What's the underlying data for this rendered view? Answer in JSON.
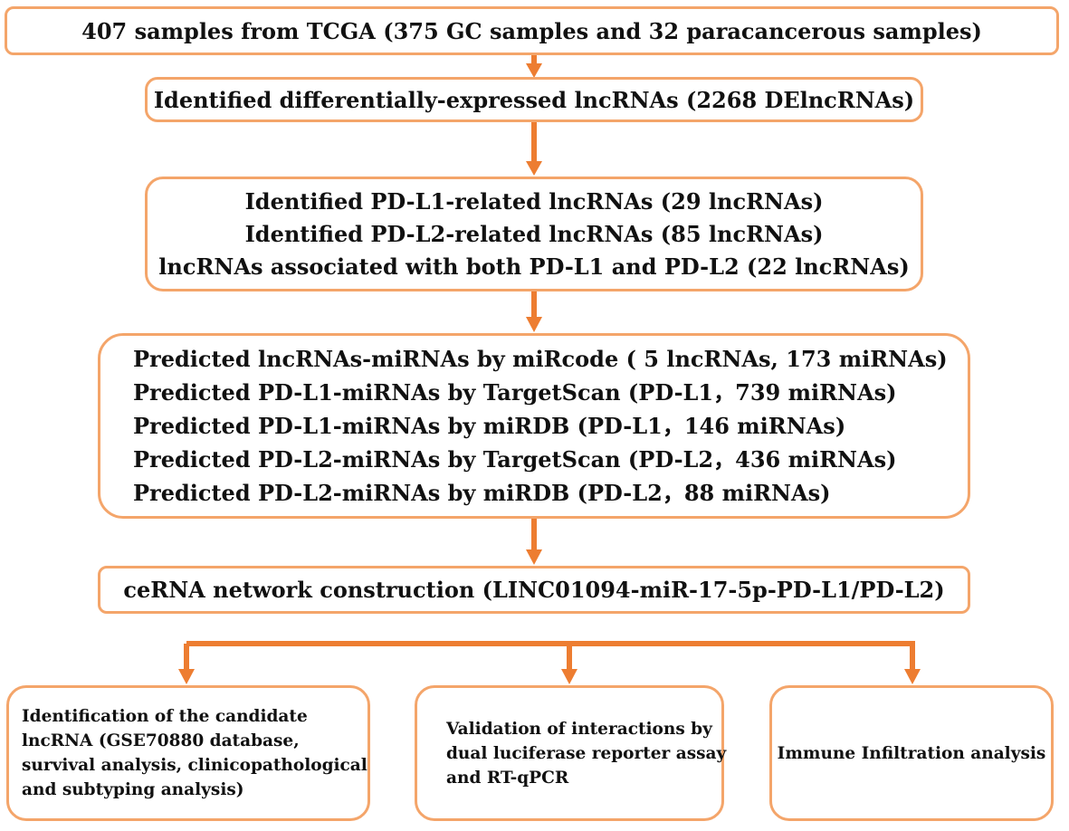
{
  "colors": {
    "box_border": "#f4a56a",
    "arrow": "#ed7d31",
    "text": "#111111",
    "background": "#ffffff"
  },
  "boxes": {
    "samples": {
      "lines": [
        "407 samples from TCGA (375  GC samples and 32 paracancerous samples)"
      ]
    },
    "de_lncrnas": {
      "lines": [
        "Identified differentially-expressed lncRNAs (2268 DElncRNAs)"
      ]
    },
    "pd_related": {
      "lines": [
        "Identified PD-L1-related lncRNAs (29 lncRNAs)",
        "Identified PD-L2-related lncRNAs (85 lncRNAs)",
        "lncRNAs associated with both PD-L1 and PD-L2 (22 lncRNAs)"
      ]
    },
    "predictions": {
      "lines": [
        "Predicted lncRNAs-miRNAs by miRcode ( 5 lncRNAs, 173 miRNAs)",
        "Predicted PD-L1-miRNAs by TargetScan (PD-L1，739 miRNAs)",
        "Predicted PD-L1-miRNAs by miRDB (PD-L1，146 miRNAs)",
        "Predicted PD-L2-miRNAs by TargetScan (PD-L2，436 miRNAs)",
        "Predicted PD-L2-miRNAs by miRDB (PD-L2，88 miRNAs)"
      ]
    },
    "cerna": {
      "lines": [
        "ceRNA network construction (LINC01094-miR-17-5p-PD-L1/PD-L2)"
      ]
    },
    "candidate": {
      "lines": [
        "Identification of the candidate",
        "lncRNA (GSE70880 database,",
        "survival analysis, clinicopathological",
        "and subtyping analysis)"
      ]
    },
    "validation": {
      "lines": [
        "Validation of interactions by",
        "dual luciferase reporter assay",
        "and RT-qPCR"
      ]
    },
    "immune": {
      "lines": [
        "Immune Infiltration analysis"
      ]
    }
  }
}
